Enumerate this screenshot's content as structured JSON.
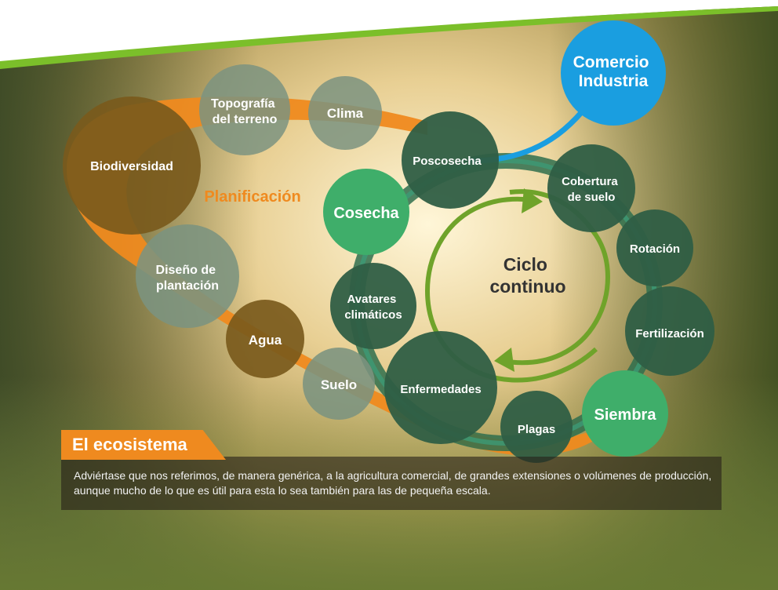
{
  "diagram": {
    "planning_label": "Planificación",
    "cycle_label": [
      "Ciclo",
      "continuo"
    ],
    "nodes": {
      "comercio": [
        "Comercio",
        "Industria"
      ],
      "topografia": [
        "Topografía",
        "del terreno"
      ],
      "clima": [
        "Clima"
      ],
      "biodiversidad": [
        "Biodiversidad"
      ],
      "poscosecha": [
        "Poscosecha"
      ],
      "cobertura": [
        "Cobertura",
        "de suelo"
      ],
      "cosecha": [
        "Cosecha"
      ],
      "rotacion": [
        "Rotación"
      ],
      "diseno": [
        "Diseño de",
        "plantación"
      ],
      "avatares": [
        "Avatares",
        "climáticos"
      ],
      "fertilizacion": [
        "Fertilización"
      ],
      "agua": [
        "Agua"
      ],
      "enfermedades": [
        "Enfermedades"
      ],
      "suelo": [
        "Suelo"
      ],
      "siembra": [
        "Siembra"
      ],
      "plagas": [
        "Plagas"
      ]
    }
  },
  "caption": {
    "title": "El ecosistema",
    "text": "Adviértase que nos referimos, de manera genérica, a la agricultura comercial, de grandes extensiones o volúmenes de producción, aunque mucho de lo que es útil para esta lo sea también para las de pequeña escala."
  },
  "colors": {
    "orange": "#ef8a1f",
    "brown": "#7a5a1c",
    "dark_green": "#2f5e44",
    "bright_green": "#3fae6a",
    "blue": "#1a9ee0",
    "grey_green": "#7b9380",
    "lime": "#6fa32a"
  }
}
